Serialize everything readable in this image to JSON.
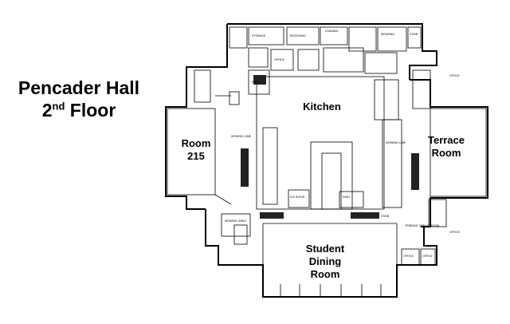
{
  "title": {
    "line1": "Pencader Hall",
    "floor_number": "2",
    "floor_suffix": "nd",
    "floor_word": "Floor"
  },
  "rooms": {
    "kitchen": "Kitchen",
    "room215_line1": "Room",
    "room215_line2": "215",
    "terrace_line1": "Terrace",
    "terrace_line2": "Room",
    "dining_line1": "Student",
    "dining_line2": "Dining",
    "dining_line3": "Room"
  },
  "small_tags": [
    "STORAGE",
    "RECEIVING",
    "LOADING",
    "WOMENS",
    "STAIR",
    "OFFICE",
    "ELEV",
    "SERVING LINE",
    "ICE ROOM",
    "DISH",
    "STAIR",
    "SERVING AREA",
    "SERVING LINE",
    "TERRACE SERV STATION",
    "OFFICE",
    "OFFICE",
    "OFFICE",
    "OFFICE"
  ],
  "colors": {
    "ink": "#000000",
    "background": "#ffffff"
  }
}
